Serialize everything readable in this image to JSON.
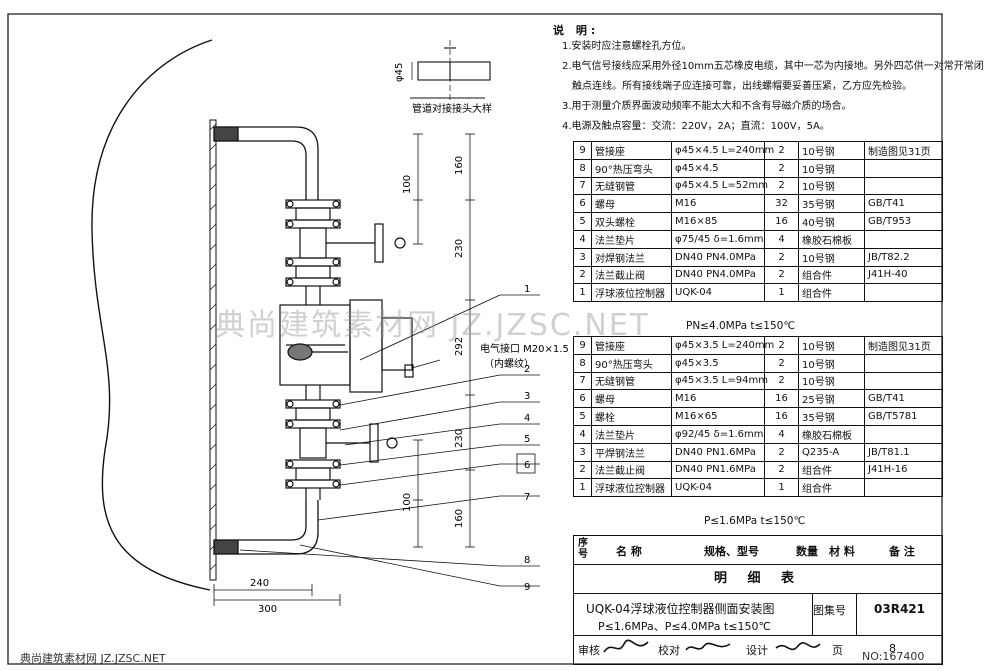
{
  "notes": {
    "title": "说 明:",
    "items": [
      "1.安装时应注意螺栓孔方位。",
      "2.电气信号接线应采用外径10mm五芯橡皮电缆，其中一芯为内接地。另外四芯供一对常开常闭",
      "触点连线。所有接线端子应连接可靠，出线螺帽要妥善压紧，乙方应先检验。",
      "3.用于测量介质界面波动频率不能太大和不含有导磁介质的场合。",
      "4.电源及触点容量：交流：220V，2A；直流：100V，5A。"
    ]
  },
  "detail": {
    "caption": "管道对接接头大样",
    "dia_label": "φ45"
  },
  "drawing": {
    "dims": [
      "160",
      "100",
      "230",
      "292",
      "230",
      "100",
      "160",
      "240",
      "300"
    ],
    "callouts": [
      "1",
      "2",
      "3",
      "4",
      "5",
      "6",
      "7",
      "8",
      "9"
    ],
    "electrical_label": "电气接口 M20×1.5",
    "electrical_sub": "（内螺纹）"
  },
  "table_hi": {
    "rows": [
      [
        "9",
        "管接座",
        "φ45×4.5 L=240mm",
        "2",
        "10号钢",
        "制造图见31页"
      ],
      [
        "8",
        "90°热压弯头",
        "φ45×4.5",
        "2",
        "10号钢",
        ""
      ],
      [
        "7",
        "无缝钢管",
        "φ45×4.5 L=52mm",
        "2",
        "10号钢",
        ""
      ],
      [
        "6",
        "螺母",
        "M16",
        "32",
        "35号钢",
        "GB/T41"
      ],
      [
        "5",
        "双头螺栓",
        "M16×85",
        "16",
        "40号钢",
        "GB/T953"
      ],
      [
        "4",
        "法兰垫片",
        "φ75/45 δ=1.6mm",
        "4",
        "橡胶石棉板",
        ""
      ],
      [
        "3",
        "对焊钢法兰",
        "DN40 PN4.0MPa",
        "2",
        "10号钢",
        "JB/T82.2"
      ],
      [
        "2",
        "法兰截止阀",
        "DN40 PN4.0MPa",
        "2",
        "组合件",
        "J41H-40"
      ],
      [
        "1",
        "浮球液位控制器",
        "UQK-04",
        "1",
        "组合件",
        ""
      ]
    ],
    "footer": "PN≤4.0MPa t≤150℃"
  },
  "table_lo": {
    "rows": [
      [
        "9",
        "管接座",
        "φ45×3.5 L=240mm",
        "2",
        "10号钢",
        "制造图见31页"
      ],
      [
        "8",
        "90°热压弯头",
        "φ45×3.5",
        "2",
        "10号钢",
        ""
      ],
      [
        "7",
        "无缝钢管",
        "φ45×3.5 L=94mm",
        "2",
        "10号钢",
        ""
      ],
      [
        "6",
        "螺母",
        "M16",
        "16",
        "25号钢",
        "GB/T41"
      ],
      [
        "5",
        "螺栓",
        "M16×65",
        "16",
        "35号钢",
        "GB/T5781"
      ],
      [
        "4",
        "法兰垫片",
        "φ92/45 δ=1.6mm",
        "4",
        "橡胶石棉板",
        ""
      ],
      [
        "3",
        "平焊钢法兰",
        "DN40 PN1.6MPa",
        "2",
        "Q235-A",
        "JB/T81.1"
      ],
      [
        "2",
        "法兰截止阀",
        "DN40 PN1.6MPa",
        "2",
        "组合件",
        "J41H-16"
      ],
      [
        "1",
        "浮球液位控制器",
        "UQK-04",
        "1",
        "组合件",
        ""
      ]
    ],
    "footer": "P≤1.6MPa t≤150℃"
  },
  "header": {
    "seq": "序号",
    "name": "名 称",
    "spec": "规格、型号",
    "qty": "数量",
    "material": "材 料",
    "remark": "备 注"
  },
  "detail_table_title": "明 细 表",
  "title_block": {
    "title": "UQK-04浮球液位控制器侧面安装图",
    "subtitle": "P≤1.6MPa、P≤4.0MPa t≤150℃",
    "atlas_label": "图集号",
    "atlas_no": "03R421",
    "review": "审核",
    "check": "校对",
    "design": "设计",
    "page_label": "页",
    "page_no": "8"
  },
  "watermark": {
    "center": "典尚建筑素材网 JZ.JZSC.NET",
    "bottom_left": "典尚建筑素材网 JZ.JZSC.NET",
    "bottom_right": "NO:167400"
  }
}
